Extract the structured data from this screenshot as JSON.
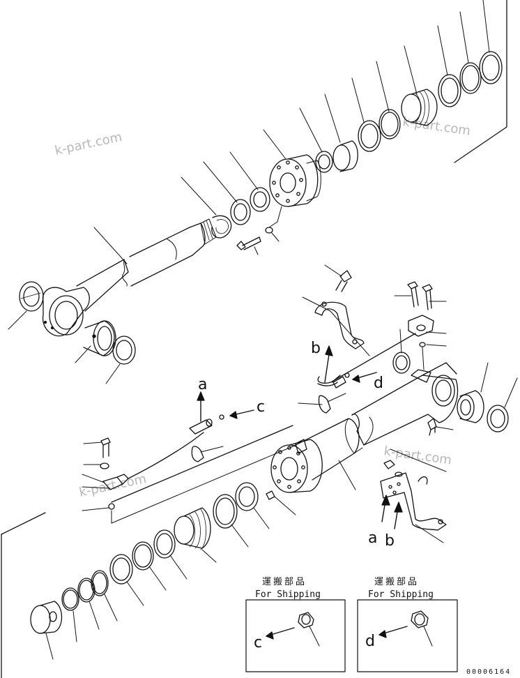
{
  "watermarks": [
    "k-part.com",
    "k-part.com",
    "k-part.com",
    "k-part.com"
  ],
  "letters": {
    "a_upper": "a",
    "b_upper": "b",
    "c_upper": "c",
    "d_upper": "d",
    "a_lower": "a",
    "b_lower": "b"
  },
  "shipping": [
    {
      "jp": "運搬部品",
      "en": "For Shipping",
      "letter": "c"
    },
    {
      "jp": "運搬部品",
      "en": "For Shipping",
      "letter": "d"
    }
  ],
  "drawing_code": "00006164"
}
